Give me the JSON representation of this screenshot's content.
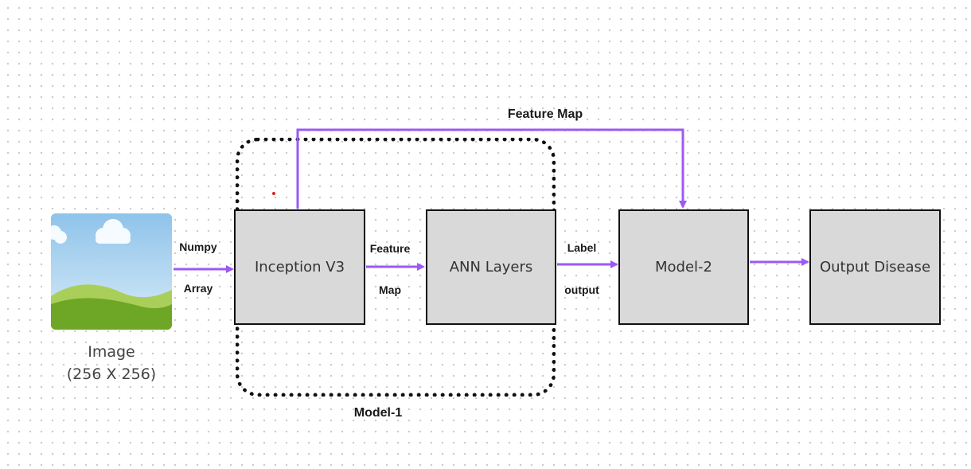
{
  "colors": {
    "arrow": "#9b59f5",
    "box_fill": "#d9d9d9",
    "box_border": "#111111"
  },
  "image_input": {
    "icon": "landscape-image-icon",
    "caption_line1": "Image",
    "caption_line2": "(256 X 256)"
  },
  "nodes": {
    "inception": "Inception V3",
    "ann": "ANN Layers",
    "model2": "Model-2",
    "output": "Output Disease"
  },
  "groups": {
    "model1": "Model-1"
  },
  "edges": {
    "numpy_line1": "Numpy",
    "numpy_line2": "Array",
    "feature_line1": "Feature",
    "feature_line2": "Map",
    "label_line1": "Label",
    "label_line2": "output",
    "top_feature_map": "Feature Map"
  }
}
